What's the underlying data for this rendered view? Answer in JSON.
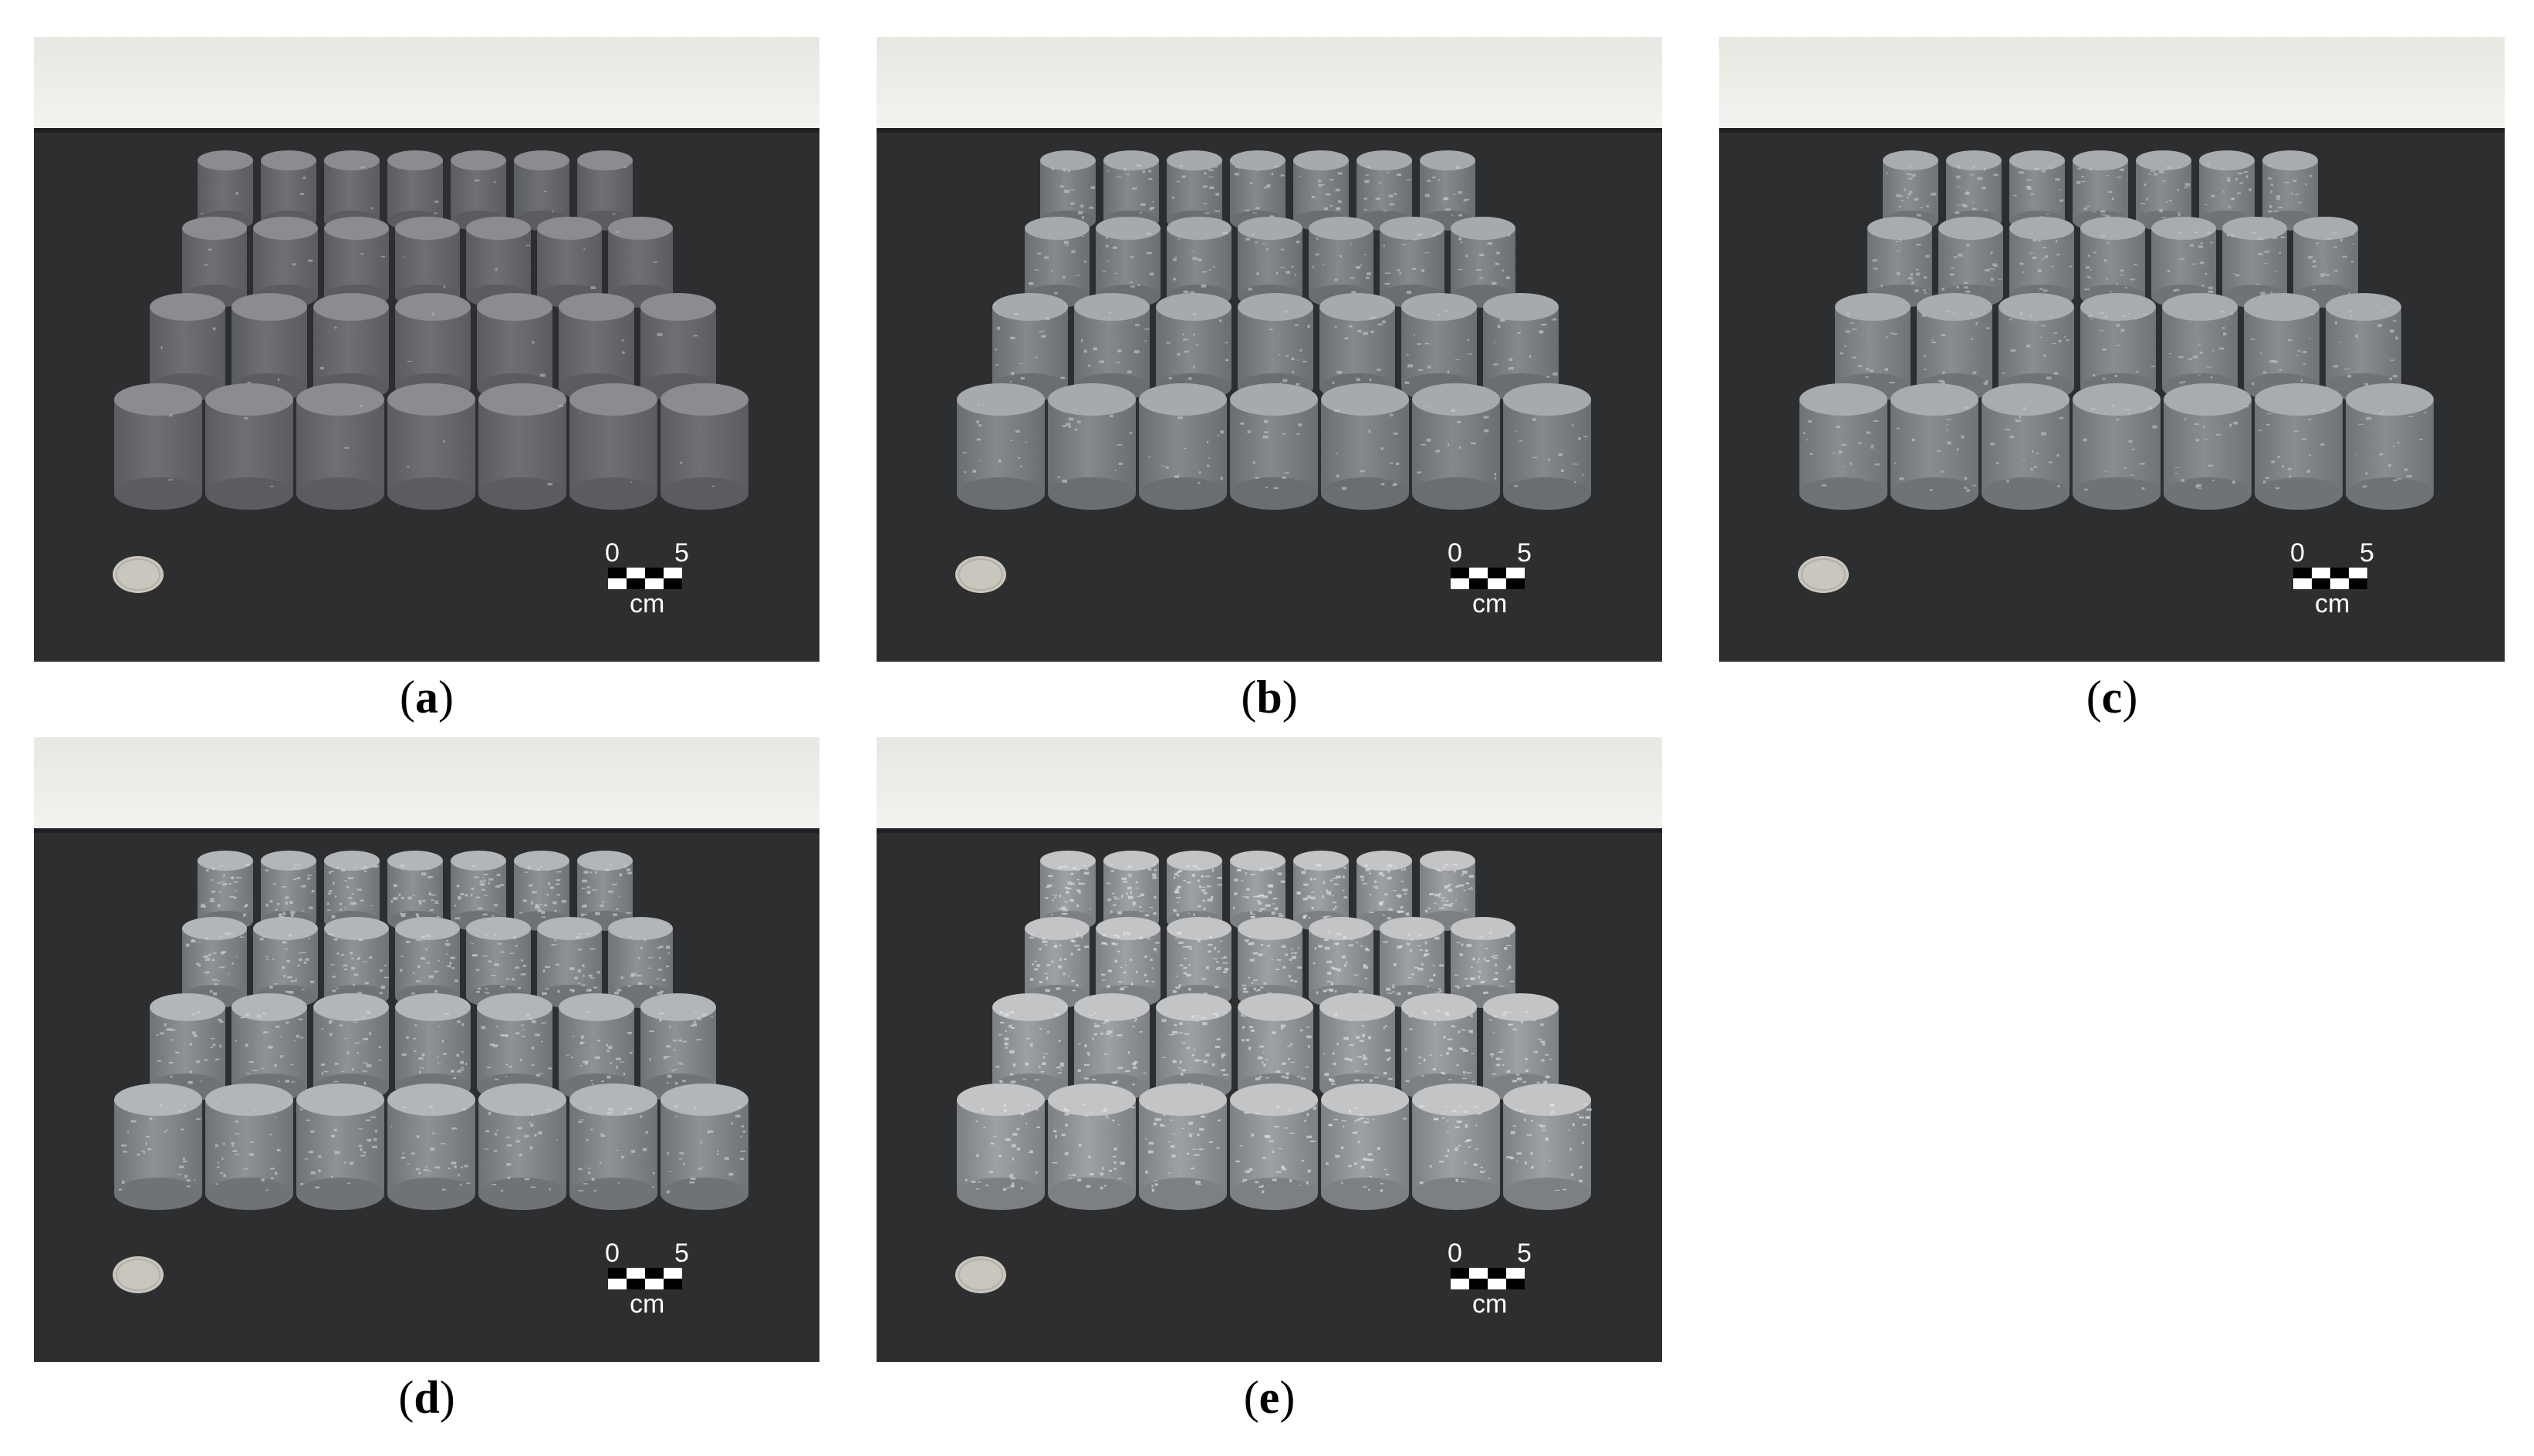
{
  "figure": {
    "panels": [
      {
        "id": "a",
        "label": "a",
        "tone": {
          "body": "#6e7073",
          "body_dark": "#5a5c5f",
          "top": "#8a8c8f",
          "speckle": 0.05,
          "speckle_color": "#b9bcbf"
        }
      },
      {
        "id": "b",
        "label": "b",
        "tone": {
          "body": "#86898c",
          "body_dark": "#6b6e71",
          "top": "#a7aaad",
          "speckle": 0.35,
          "speckle_color": "#c9cccf"
        }
      },
      {
        "id": "c",
        "label": "c",
        "tone": {
          "body": "#8a8d90",
          "body_dark": "#707376",
          "top": "#a9acaf",
          "speckle": 0.45,
          "speckle_color": "#c3c6c9"
        }
      },
      {
        "id": "d",
        "label": "d",
        "tone": {
          "body": "#8f9295",
          "body_dark": "#707376",
          "top": "#b3b6b8",
          "speckle": 0.7,
          "speckle_color": "#d4d6d8"
        }
      },
      {
        "id": "e",
        "label": "e",
        "tone": {
          "body": "#9ea1a4",
          "body_dark": "#7d8083",
          "top": "#c2c4c6",
          "speckle": 0.95,
          "speckle_color": "#e6e7e8"
        }
      }
    ],
    "scale_bar": {
      "start": "0",
      "end": "5",
      "unit": "cm"
    }
  }
}
